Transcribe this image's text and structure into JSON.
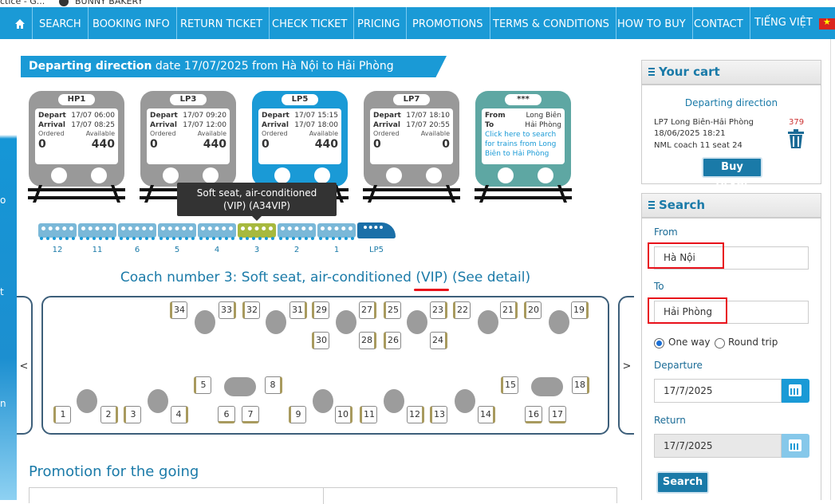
{
  "bookmarks": {
    "left_text": "ctice - G...",
    "right_text": "BUNNY BAKERY"
  },
  "nav": {
    "items": [
      "SEARCH",
      "BOOKING INFO",
      "RETURN TICKET",
      "CHECK TICKET",
      "PRICING",
      "PROMOTIONS",
      "TERMS & CONDITIONS",
      "HOW TO BUY",
      "CONTACT",
      "TIẾNG VIỆT"
    ],
    "home_icon": "home-icon"
  },
  "direction": {
    "label": "Departing direction",
    "text": "date 17/07/2025 from Hà Nội to Hải Phòng"
  },
  "trains": [
    {
      "code": "HP1",
      "depart_label": "Depart",
      "depart": "17/07 06:00",
      "arrival_label": "Arrival",
      "arrival": "17/07 08:25",
      "ordered_label": "Ordered",
      "available_label": "Available",
      "ordered": "0",
      "available": "440"
    },
    {
      "code": "LP3",
      "depart_label": "Depart",
      "depart": "17/07 09:20",
      "arrival_label": "Arrival",
      "arrival": "17/07 12:00",
      "ordered_label": "Ordered",
      "available_label": "Available",
      "ordered": "0",
      "available": "440"
    },
    {
      "code": "LP5",
      "depart_label": "Depart",
      "depart": "17/07 15:15",
      "arrival_label": "Arrival",
      "arrival": "17/07 18:00",
      "ordered_label": "Ordered",
      "available_label": "Available",
      "ordered": "0",
      "available": "440"
    },
    {
      "code": "LP7",
      "depart_label": "Depart",
      "depart": "17/07 18:10",
      "arrival_label": "Arrival",
      "arrival": "17/07 20:55",
      "ordered_label": "Ordered",
      "available_label": "Available",
      "ordered": "0",
      "available": "0"
    }
  ],
  "search_train": {
    "code": "***",
    "from_label": "From",
    "from": "Long Biên",
    "to_label": "To",
    "to": "Hải Phòng",
    "link": "Click here to search for trains from Long Biên to Hải Phòng"
  },
  "tooltip": {
    "line1": "Soft seat, air-conditioned",
    "line2": "(VIP) (A34VIP)"
  },
  "coaches": [
    "12",
    "11",
    "6",
    "5",
    "4",
    "3",
    "2",
    "1"
  ],
  "loco_label": "LP5",
  "coach_title": {
    "main": "Coach number 3: Soft seat, air-conditioned ",
    "vip": "(VIP)",
    "detail": " (See detail)"
  },
  "arrows": {
    "left": "<",
    "right": ">"
  },
  "seats_top": [
    "34",
    "33",
    "32",
    "31",
    "29",
    "27",
    "25",
    "23",
    "22",
    "21",
    "20",
    "19"
  ],
  "seats_top2": [
    "30",
    "28",
    "26",
    "24"
  ],
  "seats_bottom_upper": [
    "5",
    "8",
    "15",
    "18"
  ],
  "seats_bottom": [
    "1",
    "2",
    "3",
    "4",
    "6",
    "7",
    "9",
    "10",
    "11",
    "12",
    "13",
    "14",
    "16",
    "17"
  ],
  "promotion": {
    "title": "Promotion for the going"
  },
  "cart": {
    "title": "Your cart",
    "direction": "Departing direction",
    "route": "LP7 Long Biên-Hải Phòng",
    "datetime": "18/06/2025 18:21",
    "seat": "NML coach 11 seat 24",
    "price": "379",
    "buy": "Buy ticket"
  },
  "search": {
    "title": "Search",
    "from_label": "From",
    "from": "Hà Nội",
    "to_label": "To",
    "to": "Hải Phòng",
    "one_way": "One way",
    "round_trip": "Round trip",
    "departure_label": "Departure",
    "departure": "17/7/2025",
    "return_label": "Return",
    "return": "17/7/2025",
    "button": "Search"
  },
  "left_strip_chars": [
    "o",
    "t",
    "n"
  ],
  "colors": {
    "primary": "#1a9ad6",
    "dark_blue": "#1a7aa8",
    "selected_coach": "#a7b93e",
    "highlight": "#e8101a"
  }
}
